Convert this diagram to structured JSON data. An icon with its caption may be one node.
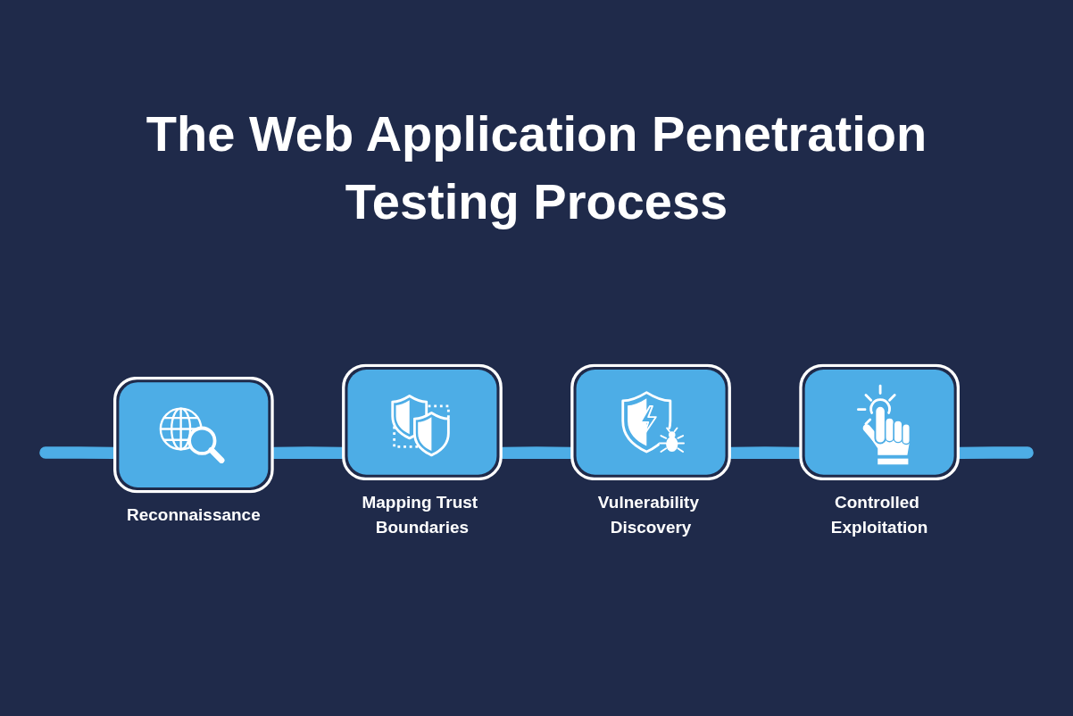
{
  "diagram": {
    "title": "The Web Application Penetration Testing Process",
    "nodes": [
      {
        "text": [
          "Reconnaissance"
        ]
      },
      {
        "text": [
          "Mapping Trust Boundaries"
        ]
      },
      {
        "text": [
          "Vulnerability Discovery"
        ]
      },
      {
        "text": [
          "Controlled Exploitation"
        ]
      }
    ],
    "edges": [
      {
        "from": null,
        "to": 0,
        "arrow": "none"
      },
      {
        "from": 0,
        "to": 1,
        "arrow": "none"
      },
      {
        "from": 1,
        "to": 2,
        "arrow": "none"
      },
      {
        "from": 2,
        "to": 3,
        "arrow": "none"
      },
      {
        "from": 3,
        "to": null,
        "arrow": "none"
      }
    ]
  }
}
